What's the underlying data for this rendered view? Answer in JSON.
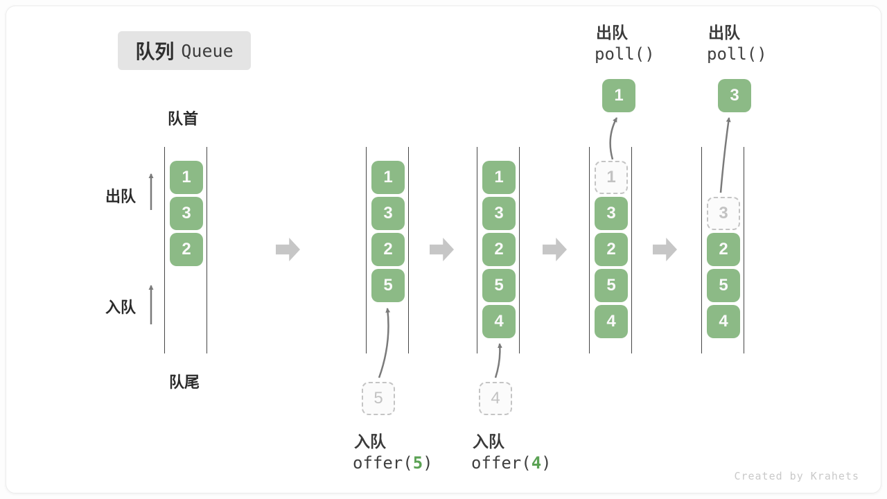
{
  "title": {
    "zh": "队列",
    "en": "Queue"
  },
  "labels": {
    "front": "队首",
    "rear": "队尾",
    "dequeue_side": "出队",
    "enqueue_side": "入队"
  },
  "columns": [
    {
      "cells": [
        {
          "value": "1",
          "row": 0,
          "variant": "solid"
        },
        {
          "value": "3",
          "row": 1,
          "variant": "solid"
        },
        {
          "value": "2",
          "row": 2,
          "variant": "solid"
        }
      ]
    },
    {
      "cells": [
        {
          "value": "1",
          "row": 0,
          "variant": "solid"
        },
        {
          "value": "3",
          "row": 1,
          "variant": "solid"
        },
        {
          "value": "2",
          "row": 2,
          "variant": "solid"
        },
        {
          "value": "5",
          "row": 3,
          "variant": "solid"
        }
      ]
    },
    {
      "cells": [
        {
          "value": "1",
          "row": 0,
          "variant": "solid"
        },
        {
          "value": "3",
          "row": 1,
          "variant": "solid"
        },
        {
          "value": "2",
          "row": 2,
          "variant": "solid"
        },
        {
          "value": "5",
          "row": 3,
          "variant": "solid"
        },
        {
          "value": "4",
          "row": 4,
          "variant": "solid"
        }
      ]
    },
    {
      "cells": [
        {
          "value": "1",
          "row": 0,
          "variant": "dashed"
        },
        {
          "value": "3",
          "row": 1,
          "variant": "solid"
        },
        {
          "value": "2",
          "row": 2,
          "variant": "solid"
        },
        {
          "value": "5",
          "row": 3,
          "variant": "solid"
        },
        {
          "value": "4",
          "row": 4,
          "variant": "solid"
        }
      ]
    },
    {
      "cells": [
        {
          "value": "3",
          "row": 1,
          "variant": "dashed"
        },
        {
          "value": "2",
          "row": 2,
          "variant": "solid"
        },
        {
          "value": "5",
          "row": 3,
          "variant": "solid"
        },
        {
          "value": "4",
          "row": 4,
          "variant": "solid"
        }
      ]
    }
  ],
  "enqueue_ops": [
    {
      "label": "入队",
      "fn_open": "offer(",
      "arg": "5",
      "fn_close": ")",
      "staged_value": "5"
    },
    {
      "label": "入队",
      "fn_open": "offer(",
      "arg": "4",
      "fn_close": ")",
      "staged_value": "4"
    }
  ],
  "dequeue_ops": [
    {
      "label": "出队",
      "fn": "poll()",
      "popped_value": "1"
    },
    {
      "label": "出队",
      "fn": "poll()",
      "popped_value": "3"
    }
  ],
  "watermark": "Created by Krahets",
  "colors": {
    "cell_green": "#8cba86",
    "code_green": "#5ba254",
    "rail": "#454545",
    "thin_arrow": "#7a7a7a",
    "block_arrow": "#c6c6c6",
    "title_bg": "#e4e4e4",
    "dashed_border": "#c4c4c4"
  }
}
